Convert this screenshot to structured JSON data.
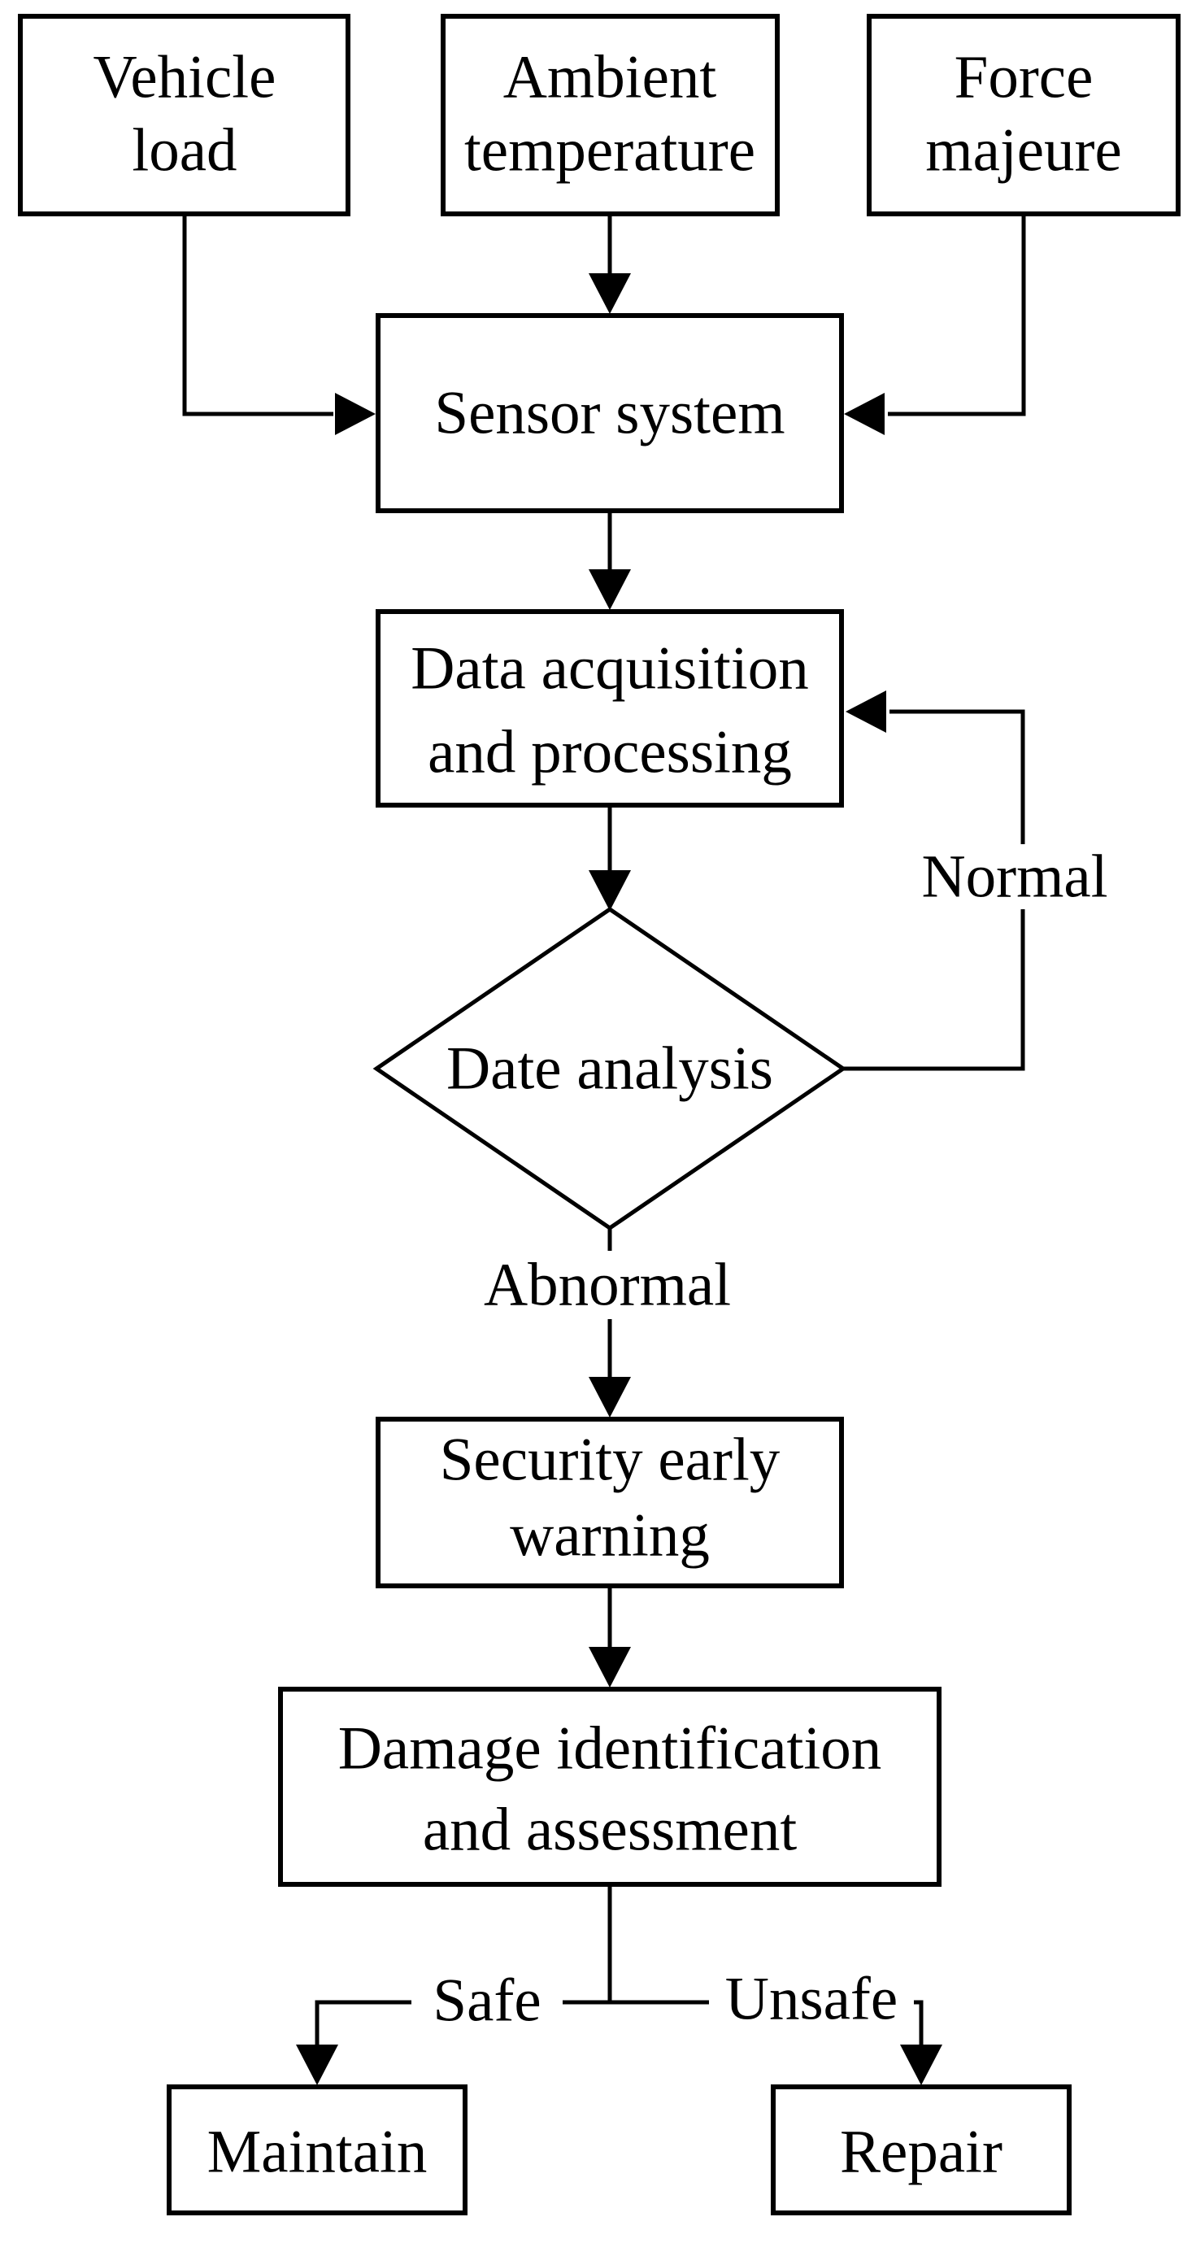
{
  "figure": {
    "type": "flowchart",
    "background_color": "#ffffff",
    "line_color": "#000000",
    "nodes": {
      "vehicle_load": {
        "shape": "rectangle",
        "lines": [
          "Vehicle",
          "load"
        ]
      },
      "ambient_temperature": {
        "shape": "rectangle",
        "lines": [
          "Ambient",
          "temperature"
        ]
      },
      "force_majeure": {
        "shape": "rectangle",
        "lines": [
          "Force",
          "majeure"
        ]
      },
      "sensor_system": {
        "shape": "rectangle",
        "lines": [
          "Sensor system"
        ]
      },
      "data_acquisition": {
        "shape": "rectangle",
        "lines": [
          "Data acquisition",
          "and processing"
        ]
      },
      "date_analysis": {
        "shape": "diamond",
        "lines": [
          "Date analysis"
        ]
      },
      "security_early_warning": {
        "shape": "rectangle",
        "lines": [
          "Security early",
          "warning"
        ]
      },
      "damage_identification": {
        "shape": "rectangle",
        "lines": [
          "Damage identification",
          "and assessment"
        ]
      },
      "maintain": {
        "shape": "rectangle",
        "lines": [
          "Maintain"
        ]
      },
      "repair": {
        "shape": "rectangle",
        "lines": [
          "Repair"
        ]
      }
    },
    "edges": [
      {
        "from": "vehicle_load",
        "to": "sensor_system"
      },
      {
        "from": "ambient_temperature",
        "to": "sensor_system"
      },
      {
        "from": "force_majeure",
        "to": "sensor_system"
      },
      {
        "from": "sensor_system",
        "to": "data_acquisition"
      },
      {
        "from": "data_acquisition",
        "to": "date_analysis"
      },
      {
        "from": "date_analysis",
        "to": "data_acquisition",
        "label": "Normal"
      },
      {
        "from": "date_analysis",
        "to": "security_early_warning",
        "label": "Abnormal"
      },
      {
        "from": "security_early_warning",
        "to": "damage_identification"
      },
      {
        "from": "damage_identification",
        "to": "maintain",
        "label": "Safe"
      },
      {
        "from": "damage_identification",
        "to": "repair",
        "label": "Unsafe"
      }
    ]
  }
}
